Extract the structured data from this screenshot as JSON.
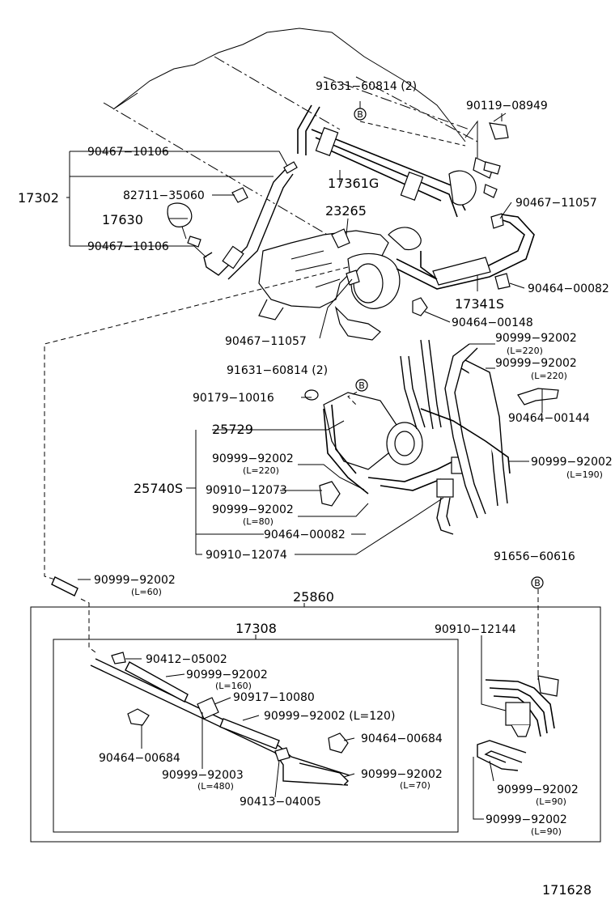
{
  "labels": {
    "p91631_top": "91631−60814 (2)",
    "p90119": "90119−08949",
    "p90467_10106_a": "90467−10106",
    "p82711": "82711−35060",
    "p17302": "17302",
    "p17630": "17630",
    "p90467_10106_b": "90467−10106",
    "p17361g": "17361G",
    "p23265": "23265",
    "p90467_11057_r": "90467−11057",
    "p90464_00082_r": "90464−00082",
    "p17341s": "17341S",
    "p90464_00148": "90464−00148",
    "p90467_11057_l": "90467−11057",
    "p90999_220_a": "90999−92002",
    "p90999_220_a_len": "(L=220)",
    "p90999_220_b": "90999−92002",
    "p90999_220_b_len": "(L=220)",
    "p91631_mid": "91631−60814 (2)",
    "p90179": "90179−10016",
    "p90464_00144": "90464−00144",
    "p25729": "25729",
    "p90999_190": "90999−92002",
    "p90999_190_len": "(L=190)",
    "p90999_220_c": "90999−92002",
    "p90999_220_c_len": "(L=220)",
    "p25740s": "25740S",
    "p90910_12073": "90910−12073",
    "p90999_80": "90999−92002",
    "p90999_80_len": "(L=80)",
    "p90464_00082_m": "90464−00082",
    "p90910_12074": "90910−12074",
    "p91656": "91656−60616",
    "p90999_60": "90999−92002",
    "p90999_60_len": "(L=60)",
    "p25860": "25860",
    "p17308": "17308",
    "p90910_12144": "90910−12144",
    "p90412": "90412−05002",
    "p90999_160": "90999−92002",
    "p90999_160_len": "(L=160)",
    "p90917": "90917−10080",
    "p90999_120": "90999−92002 (L=120)",
    "p90464_00684_r": "90464−00684",
    "p90464_00684_l": "90464−00684",
    "p90999_480": "90999−92003",
    "p90999_480_len": "(L=480)",
    "p90999_70": "90999−92002",
    "p90999_70_len": "(L=70)",
    "p90413": "90413−04005",
    "p90999_90_a": "90999−92002",
    "p90999_90_a_len": "(L=90)",
    "p90999_90_b": "90999−92002",
    "p90999_90_b_len": "(L=90)",
    "marker_b": "B",
    "figure_number": "171628"
  }
}
